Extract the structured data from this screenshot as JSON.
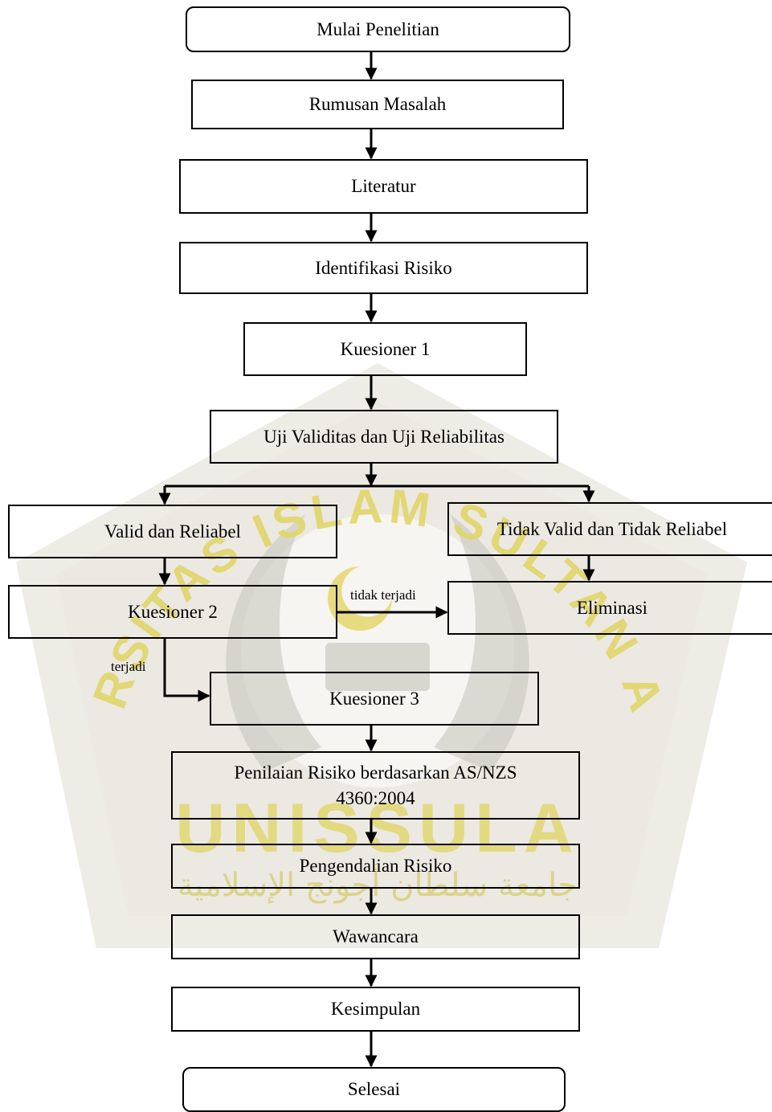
{
  "nodes": {
    "start": "Mulai Penelitian",
    "rumusan": "Rumusan Masalah",
    "literatur": "Literatur",
    "identifikasi": "Identifikasi Risiko",
    "kuesioner1": "Kuesioner 1",
    "uji": "Uji Validitas dan Uji Reliabilitas",
    "valid": "Valid dan Reliabel",
    "tidak_valid": "Tidak Valid dan Tidak Reliabel",
    "kuesioner2": "Kuesioner 2",
    "eliminasi": "Eliminasi",
    "kuesioner3": "Kuesioner 3",
    "penilaian_line1": "Penilaian Risiko berdasarkan AS/NZS",
    "penilaian_line2": "4360:2004",
    "pengendalian": "Pengendalian Risiko",
    "wawancara": "Wawancara",
    "kesimpulan": "Kesimpulan",
    "selesai": "Selesai"
  },
  "edge_labels": {
    "tidak_terjadi": "tidak terjadi",
    "terjadi": "terjadi"
  },
  "watermark": {
    "arc_text": "UNIVERSITAS ISLAM SULTAN AGUNG",
    "brand": "UNISSULA",
    "arabic": "جامعة سلطان أجونج الإسلامية",
    "colors": {
      "pentagon": "#c9c6b8",
      "text": "#e2d66a",
      "emblem": "#cfcfc8"
    }
  }
}
